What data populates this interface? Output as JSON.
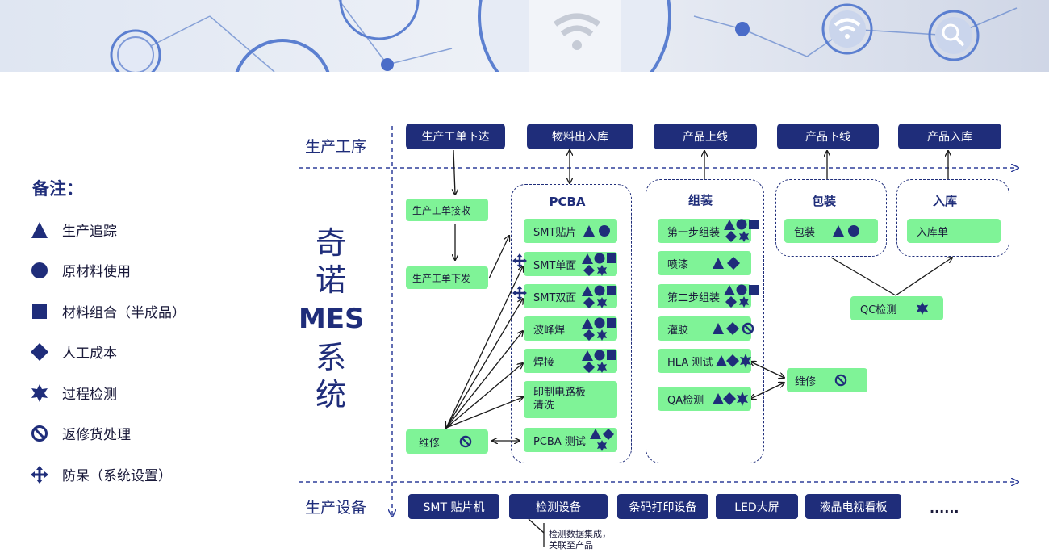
{
  "legend": {
    "title": "备注：",
    "items": [
      {
        "icon": "triangle-icon",
        "label": "生产追踪"
      },
      {
        "icon": "circle-icon",
        "label": "原材料使用"
      },
      {
        "icon": "square-icon",
        "label": "材料组合（半成品）"
      },
      {
        "icon": "diamond-icon",
        "label": "人工成本"
      },
      {
        "icon": "star-icon",
        "label": "过程检测"
      },
      {
        "icon": "ban-icon",
        "label": "返修货处理"
      },
      {
        "icon": "move-icon",
        "label": "防呆（系统设置）"
      }
    ]
  },
  "system": {
    "line1": "奇",
    "line2": "诺",
    "line3": "MES",
    "line4": "系",
    "line5": "统"
  },
  "rows": {
    "process": "生产工序",
    "equipment": "生产设备"
  },
  "top_steps": [
    "生产工单下达",
    "物料出入库",
    "产品上线",
    "产品下线",
    "产品入库"
  ],
  "order": {
    "receive": "生产工单接收",
    "issue": "生产工单下发",
    "repair": "维修"
  },
  "pcba": {
    "title": "PCBA",
    "items": [
      "SMT贴片",
      "SMT单面",
      "SMT双面",
      "波峰焊",
      "焊接",
      "印制电路板\n清洗",
      "PCBA 测试"
    ]
  },
  "assembly": {
    "title": "组装",
    "items": [
      "第一步组装",
      "喷漆",
      "第二步组装",
      "灌胶",
      "HLA 测试",
      "QA检测"
    ]
  },
  "packaging": {
    "title": "包装",
    "item": "包装"
  },
  "storage": {
    "title": "入库",
    "item": "入库单"
  },
  "qc": "QC检测",
  "repair2": "维修",
  "equipment": [
    "SMT 贴片机",
    "检测设备",
    "条码打印设备",
    "LED大屏",
    "液晶电视看板",
    "......"
  ],
  "equipment_note": {
    "line1": "检测数据集成，",
    "line2": "关联至产品"
  },
  "colors": {
    "navy": "#1f2d7a",
    "green": "#7ff397"
  }
}
